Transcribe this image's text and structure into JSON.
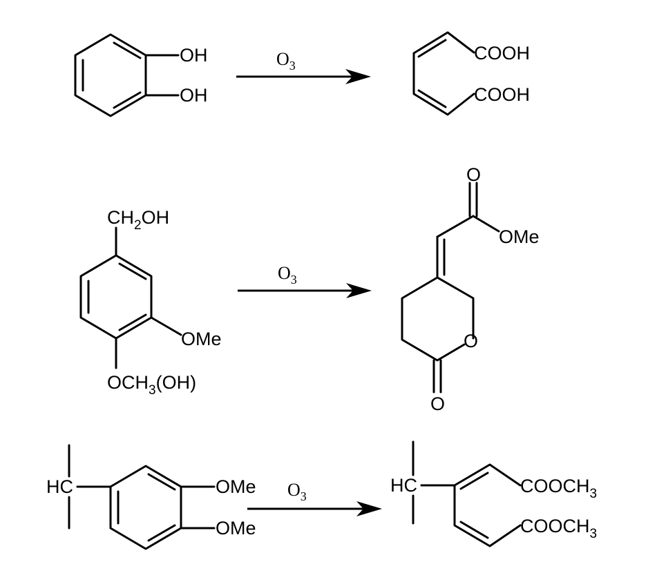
{
  "reagent": "O",
  "reagent_sub": "3",
  "r1": {
    "start_oh_top": "OH",
    "start_oh_bottom": "OH",
    "prod_cooh_top": "COOH",
    "prod_cooh_bottom": "COOH"
  },
  "r2": {
    "start_ch2oh_a": "CH",
    "start_ch2oh_sub": "2",
    "start_ch2oh_b": "OH",
    "start_ome": "OMe",
    "start_och3_a": "OCH",
    "start_och3_sub": "3",
    "start_och3_b": "(OH)",
    "prod_o_carbonyl_top": "O",
    "prod_ome": "OMe",
    "prod_o_ring": "O",
    "prod_o_carbonyl_bottom": "O"
  },
  "r3": {
    "start_hc": "HC",
    "start_ome_top": "OMe",
    "start_ome_bottom": "OMe",
    "prod_hc": "HC",
    "prod_ester_top_a": "COOCH",
    "prod_ester_top_sub": "3",
    "prod_ester_bottom_a": "COOCH",
    "prod_ester_bottom_sub": "3"
  }
}
